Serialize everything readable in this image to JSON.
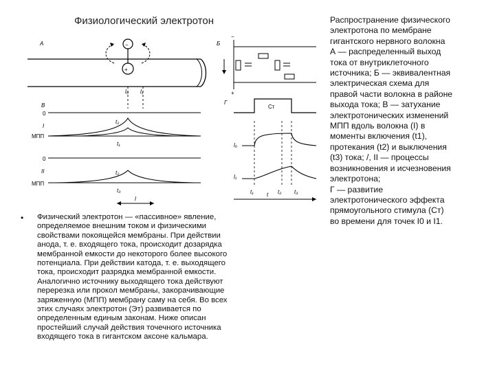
{
  "slide": {
    "title": "Физиологический электротон",
    "bullet_symbol": "•",
    "body_text": "Физический электротон — «пассивное» явление,\nопределяемое внешним током и физическими\nсвойствами покоящейся мембраны. При действии\nанода, т. е. входящего тока, происходит дозарядка\nмембранной емкости до некоторого более высокого\nпотенциала. При действии катода, т. е. выходящего\nтока, происходит разрядка мембранной емкости.\nАналогично источнику выходящего тока действуют\nперерезка или прокол мембраны, закорачивающие\nзаряженную (МПП) мембрану саму на себя. Во всех\nэтих случаях электротон (Эт) развивается по\nопределенным единым законам. Ниже описан\nпростейший случай действия точечного источника\nвходящего тока в гигантском аксоне кальмара.",
    "caption": "Распространение физического\nэлектротона по мембране\nгигантского нервного волокна\nА — распределенный выход\nтока от внутриклеточного\nисточника; Б — эквивалентная\nэлектрическая схема для\nправой части волокна в районе\nвыхода тока; В — затухание\nэлектротонических изменений\nМПП вдоль волокна (I) в\nмоменты включения (t1),\nпротекания (t2) и выключения\n(t3) тока; /, II — процессы\nвозникновения и исчезновения\nэлектротона;\nГ — развитие\nэлектротонического эффекта\nпрямоугольного стимула (Ст)\nво времени для точек I0 и I1."
  },
  "figure": {
    "panel_A": "А",
    "panel_B": "Б",
    "panel_V": "В",
    "panel_G": "Г",
    "minus": "−",
    "plus": "+",
    "l0": "l₀",
    "l1": "l₁",
    "zero": "0",
    "roman_1": "I",
    "roman_2": "II",
    "mpp": "МПП",
    "t1": "t₁",
    "t2": "t₂",
    "t3": "t₃",
    "l_axis": "l",
    "t_axis": "t",
    "st": "Ст",
    "i0": "l₀",
    "i1": "l₁"
  }
}
